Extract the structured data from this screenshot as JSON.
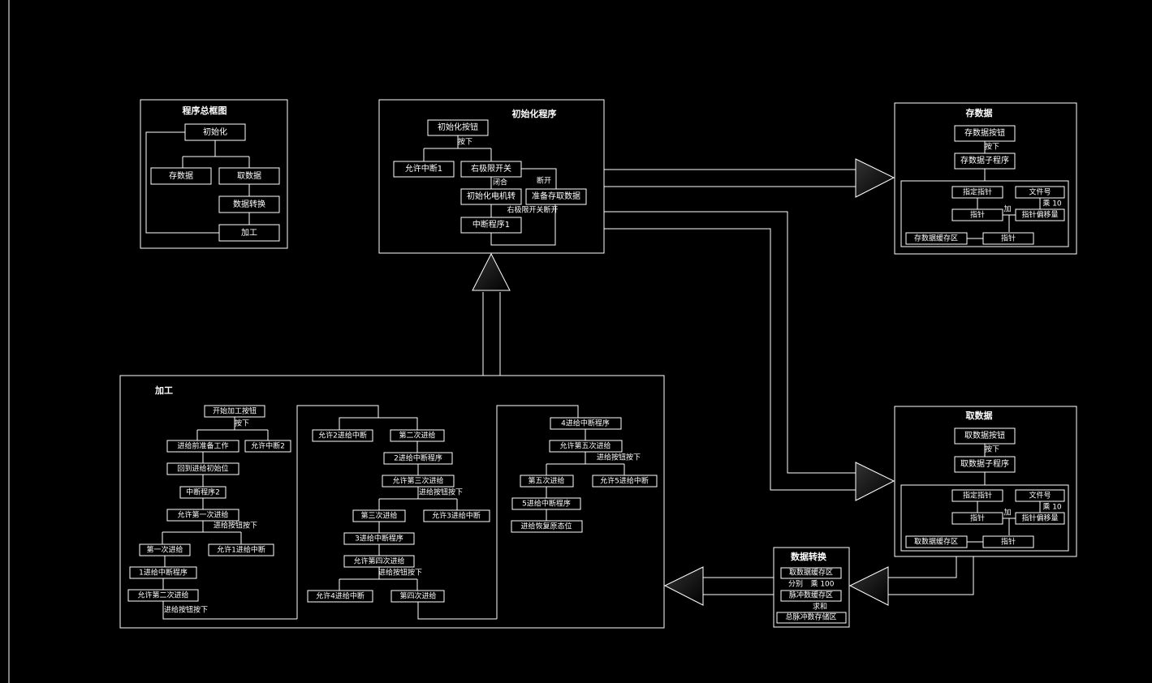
{
  "colors": {
    "background": "#000000",
    "stroke": "#ffffff",
    "arrow_fill": "#111111"
  },
  "overview": {
    "title": "程序总框图",
    "init": "初始化",
    "store": "存数据",
    "fetch": "取数据",
    "convert": "数据转换",
    "process": "加工"
  },
  "init_prog": {
    "title": "初始化程序",
    "init_button": "初始化按钮",
    "pressed": "按下",
    "allow_int1": "允许中断1",
    "right_limit": "右极限开关",
    "closed": "闭合",
    "opened": "断开",
    "init_motor": "初始化电机转",
    "right_limit_open": "右极限开关断开",
    "interrupt1": "中断程序1",
    "prepare_store": "准备存取数据"
  },
  "store_mod": {
    "title": "存数据",
    "button": "存数据按钮",
    "pressed": "按下",
    "subprog": "存数据子程序",
    "set_pointer": "指定指针",
    "file_no": "文件号",
    "mult10": "乘 10",
    "pointer": "指针",
    "add": "加",
    "pointer_offset": "指针偏移量",
    "store_area": "存数据缓存区",
    "pointer2": "指针"
  },
  "fetch_mod": {
    "title": "取数据",
    "button": "取数据按钮",
    "pressed": "按下",
    "subprog": "取数据子程序",
    "set_pointer": "指定指针",
    "file_no": "文件号",
    "mult10": "乘 10",
    "pointer": "指针",
    "add": "加",
    "pointer_offset": "指针偏移量",
    "fetch_area": "取数据缓存区",
    "pointer2": "指针"
  },
  "convert_mod": {
    "title": "数据转换",
    "fetch_area": "取数据缓存区",
    "split": "分别",
    "mult100": "乘 100",
    "pulse_area": "脉冲数缓存区",
    "add_all": "求和",
    "total_pulse": "总脉冲数存储区"
  },
  "proc": {
    "title": "加工",
    "start_button": "开始加工按钮",
    "pressed": "按下",
    "feed_prep": "进给前准备工作",
    "allow_int2": "允许中断2",
    "return_init": "回到进给初始位",
    "interrupt2": "中断程序2",
    "allow_first": "允许第一次进给",
    "feed_btn_1": "进给按钮按下",
    "first_feed": "第一次进给",
    "allow_feed1_int": "允许1进给中断",
    "feed1_int": "1进给中断程序",
    "allow_second": "允许第二次进给",
    "feed_btn_2": "进给按钮按下",
    "allow_feed2_int": "允许2进给中断",
    "second_feed": "第二次进给",
    "feed2_int": "2进给中断程序",
    "allow_third": "允许第三次进给",
    "feed_btn_3": "进给按钮按下",
    "third_feed": "第三次进给",
    "allow_feed3_int": "允许3进给中断",
    "feed3_int": "3进给中断程序",
    "allow_fourth": "允许第四次进给",
    "feed_btn_4": "进给按钮按下",
    "allow_feed4_int": "允许4进给中断",
    "fourth_feed": "第四次进给",
    "feed4_int": "4进给中断程序",
    "allow_fifth": "允许第五次进给",
    "feed_btn_5": "进给按钮按下",
    "fifth_feed": "第五次进给",
    "allow_feed5_int": "允许5进给中断",
    "feed5_int": "5进给中断程序",
    "feed_return": "进给恢复原态位"
  }
}
